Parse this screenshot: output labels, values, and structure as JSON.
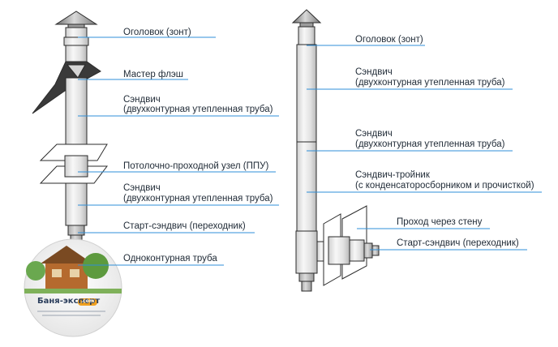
{
  "left_chimney": {
    "labels": {
      "cap": "Оголовок (зонт)",
      "master_flash": "Мастер флэш",
      "sandwich_1_line1": "Сэндвич",
      "sandwich_1_line2": "(двухконтурная утепленная труба)",
      "ceiling_pass": "Потолочно-проходной узел (ППУ)",
      "sandwich_2_line1": "Сэндвич",
      "sandwich_2_line2": "(двухконтурная утепленная труба)",
      "start_sandwich": "Старт-сэндвич (переходник)",
      "single_pipe": "Одноконтурная труба"
    }
  },
  "right_chimney": {
    "labels": {
      "cap": "Оголовок (зонт)",
      "sandwich_1_line1": "Сэндвич",
      "sandwich_1_line2": "(двухконтурная утепленная труба)",
      "sandwich_2_line1": "Сэндвич",
      "sandwich_2_line2": "(двухконтурная утепленная труба)",
      "tee_line1": "Сэндвич-тройник",
      "tee_line2": "(с конденсатоpосборником и прочисткой)",
      "wall_pass": "Проход через стену",
      "start_sandwich": "Старт-сэндвич (переходник)"
    }
  },
  "logo": {
    "brand": "Баня-эксперт",
    "badge": ".com"
  },
  "colors": {
    "leader": "#2f8fd8",
    "outline": "#2b2b2b",
    "pipe_shade": "#e8e8e8",
    "logo_bg": "#f0f0f0"
  }
}
